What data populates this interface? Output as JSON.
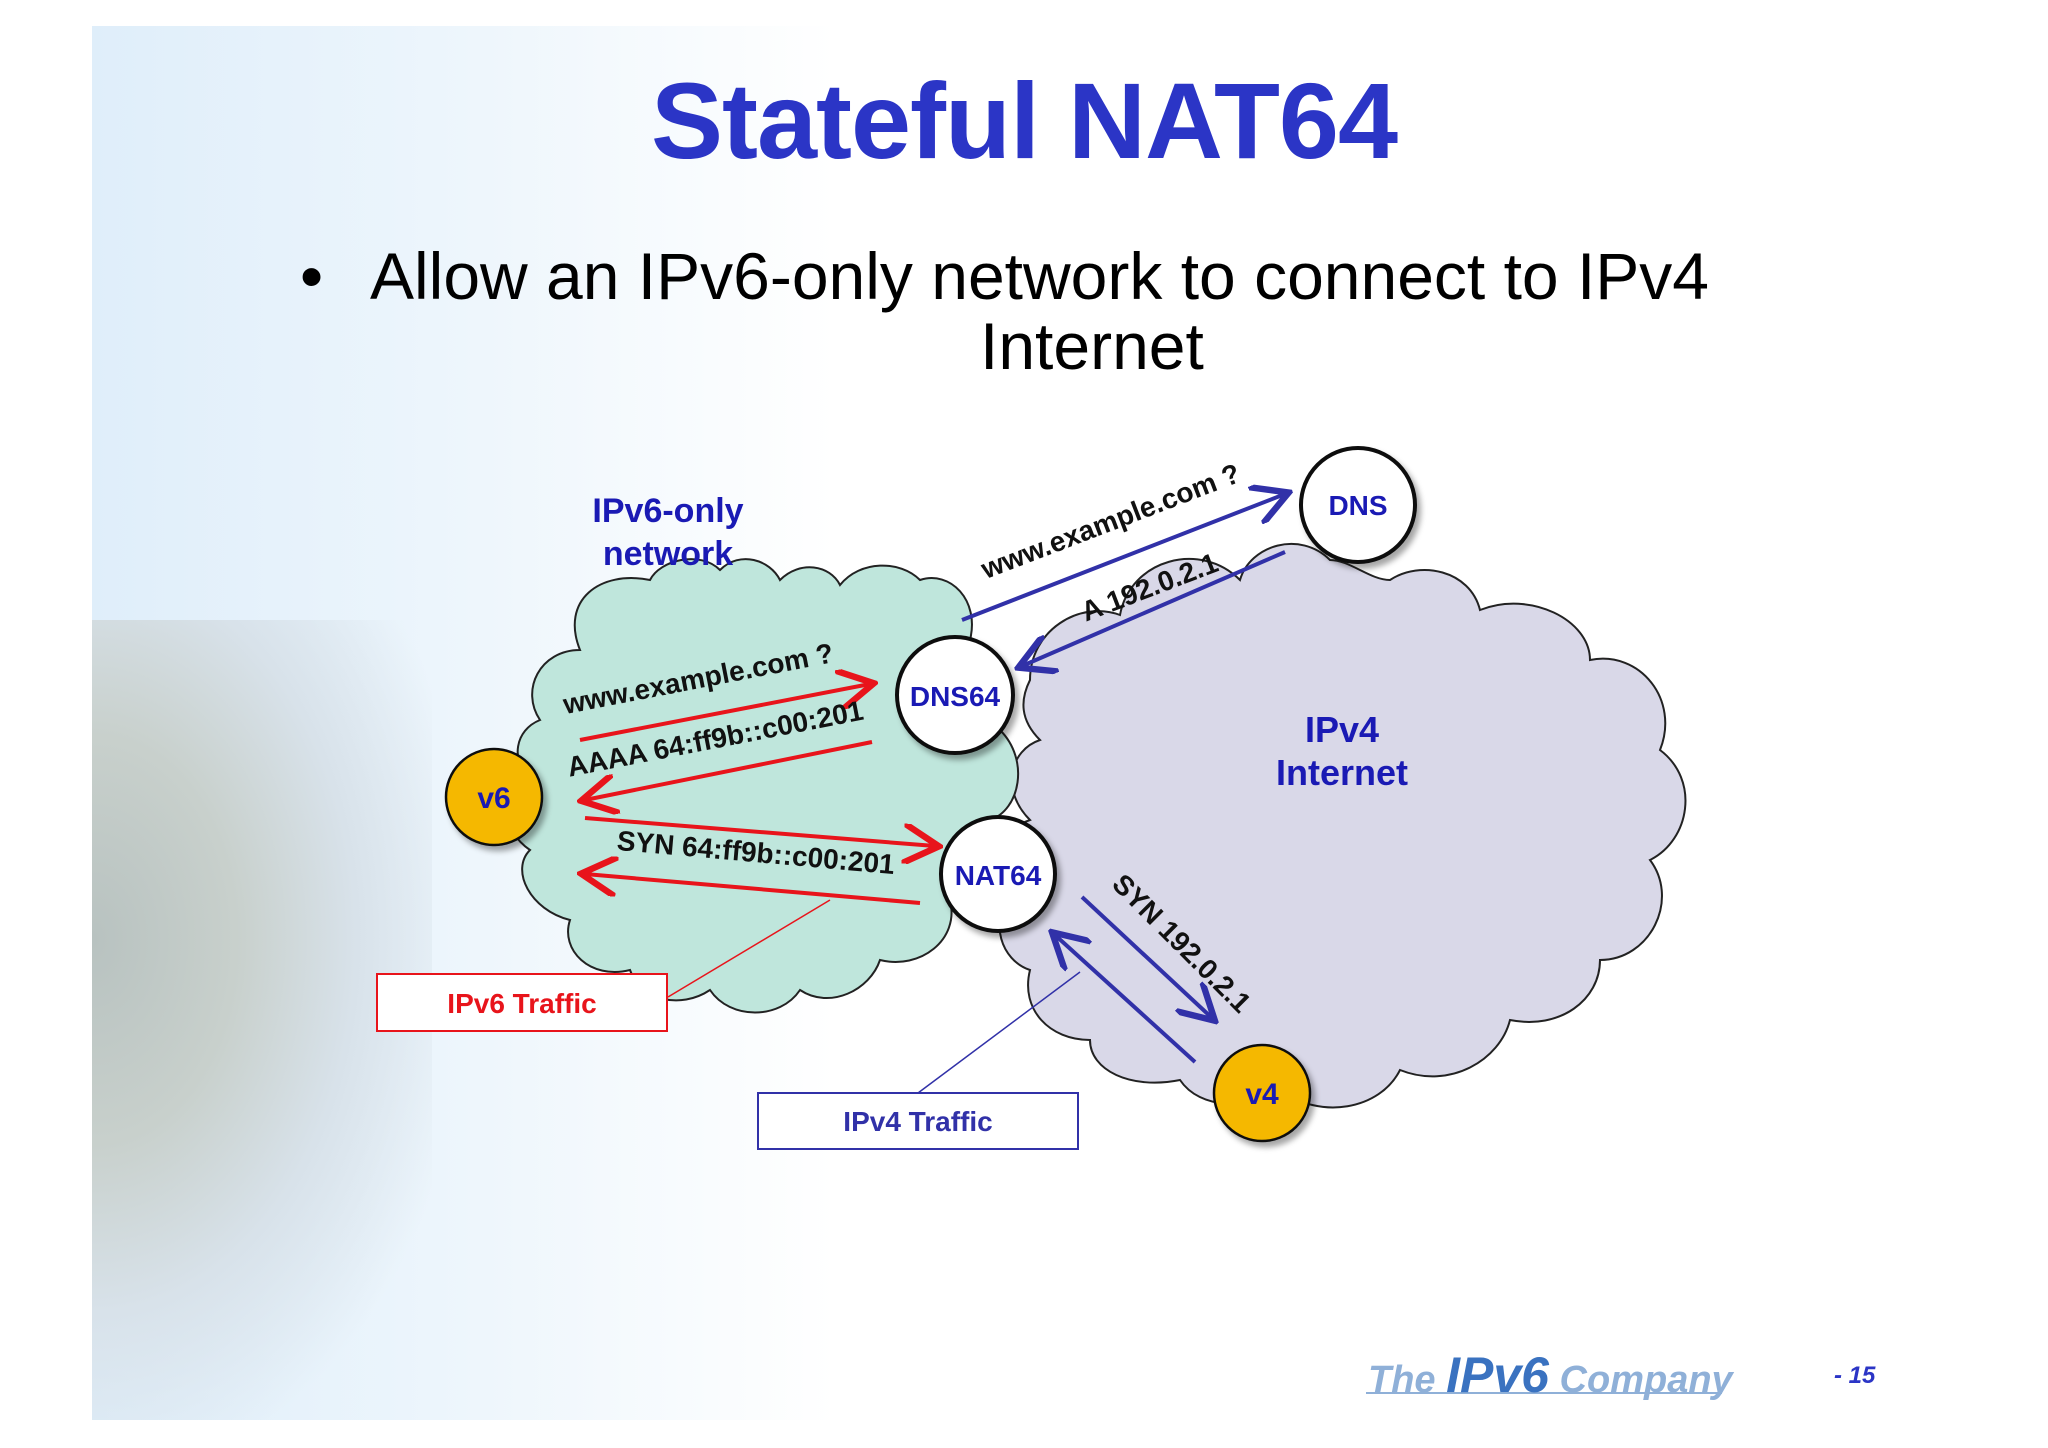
{
  "slide": {
    "title": "Stateful NAT64",
    "bullet": {
      "line1": "Allow an IPv6-only network to connect to IPv4",
      "line2": "Internet"
    },
    "page_number": "- 15"
  },
  "diagram": {
    "ipv6_cloud_label_line1": "IPv6-only",
    "ipv6_cloud_label_line2": "network",
    "ipv4_cloud_label_line1": "IPv4",
    "ipv4_cloud_label_line2": "Internet",
    "nodes": {
      "dns": "DNS",
      "dns64": "DNS64",
      "nat64": "NAT64",
      "v6": "v6",
      "v4": "v4"
    },
    "arrows": {
      "dns_query": "www.example.com ?",
      "dns_answer": "A 192.0.2.1",
      "dns64_query": "www.example.com ?",
      "dns64_answer": "AAAA 64:ff9b::c00:201",
      "syn_v6": "SYN 64:ff9b::c00:201",
      "syn_v4": "SYN 192.0.2.1"
    },
    "legend": {
      "ipv6_traffic": "IPv6 Traffic",
      "ipv4_traffic": "IPv4 Traffic"
    },
    "colors": {
      "title": "#2b35c6",
      "ipv6_cloud": "#bfe6dc",
      "ipv4_cloud": "#d9d8e8",
      "ipv6_arrow": "#e8141b",
      "ipv4_arrow": "#3131a8",
      "endpoint_fill": "#f5b800",
      "label_blue": "#1a1ab4"
    }
  },
  "footer": {
    "logo_the": "The",
    "logo_ipv6": "IPv6",
    "logo_company": "Company"
  }
}
